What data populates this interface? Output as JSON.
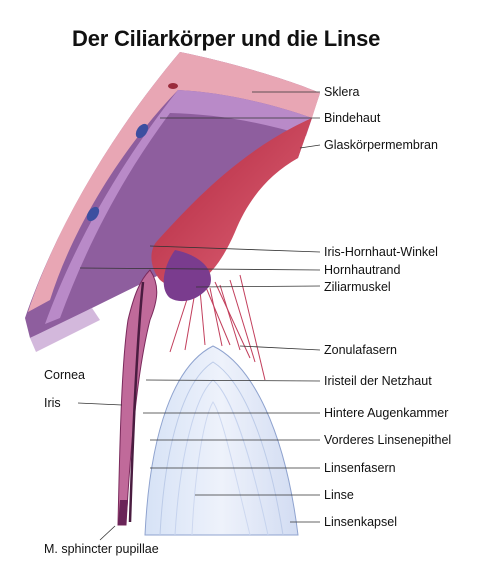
{
  "title": "Der Ciliarkörper und die Linse",
  "labels": {
    "sklera": "Sklera",
    "bindehaut": "Bindehaut",
    "glaskoerpermembran": "Glaskörpermembran",
    "iris_hornhaut_winkel": "Iris-Hornhaut-Winkel",
    "hornhautrand": "Hornhautrand",
    "ziliarmuskel": "Ziliarmuskel",
    "zonulafasern": "Zonulafasern",
    "iristeil": "Iristeil der Netzhaut",
    "hintere_augenkammer": "Hintere Augenkammer",
    "vorderes_linsenepithel": "Vorderes Linsenepithel",
    "linsenfasern": "Linsenfasern",
    "linse": "Linse",
    "linsenkapsel": "Linsenkapsel",
    "cornea": "Cornea",
    "iris": "Iris",
    "sphincter": "M. sphincter pupillae"
  }
}
